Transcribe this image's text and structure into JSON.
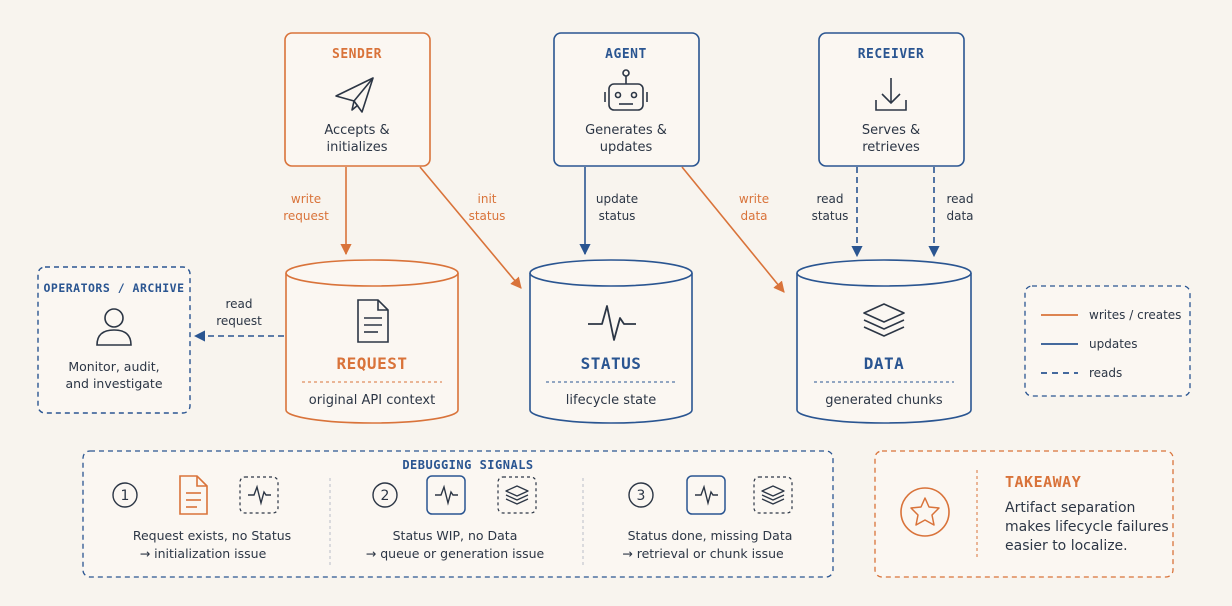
{
  "colors": {
    "orange": "#d9733a",
    "blue": "#2a5591",
    "text": "#2c3645",
    "background": "#f8f4ee"
  },
  "actors": {
    "sender": {
      "title": "SENDER",
      "line1": "Accepts &",
      "line2": "initializes",
      "icon": "paper-plane-icon"
    },
    "agent": {
      "title": "AGENT",
      "line1": "Generates &",
      "line2": "updates",
      "icon": "robot-icon"
    },
    "receiver": {
      "title": "RECEIVER",
      "line1": "Serves &",
      "line2": "retrieves",
      "icon": "download-icon"
    },
    "operators": {
      "title": "OPERATORS / ARCHIVE",
      "line1": "Monitor, audit,",
      "line2": "and investigate",
      "icon": "person-icon"
    }
  },
  "stores": {
    "request": {
      "title": "REQUEST",
      "subtitle": "original API context",
      "icon": "document-icon"
    },
    "status": {
      "title": "STATUS",
      "subtitle": "lifecycle state",
      "icon": "pulse-icon"
    },
    "data": {
      "title": "DATA",
      "subtitle": "generated chunks",
      "icon": "layers-icon"
    }
  },
  "edges": {
    "write_request": {
      "line1": "write",
      "line2": "request"
    },
    "init_status": {
      "line1": "init",
      "line2": "status"
    },
    "update_status": {
      "line1": "update",
      "line2": "status"
    },
    "write_data": {
      "line1": "write",
      "line2": "data"
    },
    "read_status": {
      "line1": "read",
      "line2": "status"
    },
    "read_data": {
      "line1": "read",
      "line2": "data"
    },
    "read_request": {
      "line1": "read",
      "line2": "request"
    }
  },
  "legend": {
    "writes": "writes / creates",
    "updates": "updates",
    "reads": "reads"
  },
  "debugging": {
    "title": "DEBUGGING SIGNALS",
    "signals": [
      {
        "number": "1",
        "line1": "Request exists, no Status",
        "line2": "→  initialization issue"
      },
      {
        "number": "2",
        "line1": "Status WIP, no Data",
        "line2": "→  queue or generation issue"
      },
      {
        "number": "3",
        "line1": "Status done, missing Data",
        "line2": "→  retrieval or chunk issue"
      }
    ]
  },
  "takeaway": {
    "title": "TAKEAWAY",
    "line1": "Artifact separation",
    "line2": "makes lifecycle failures",
    "line3": "easier to localize.",
    "icon": "star-icon"
  }
}
